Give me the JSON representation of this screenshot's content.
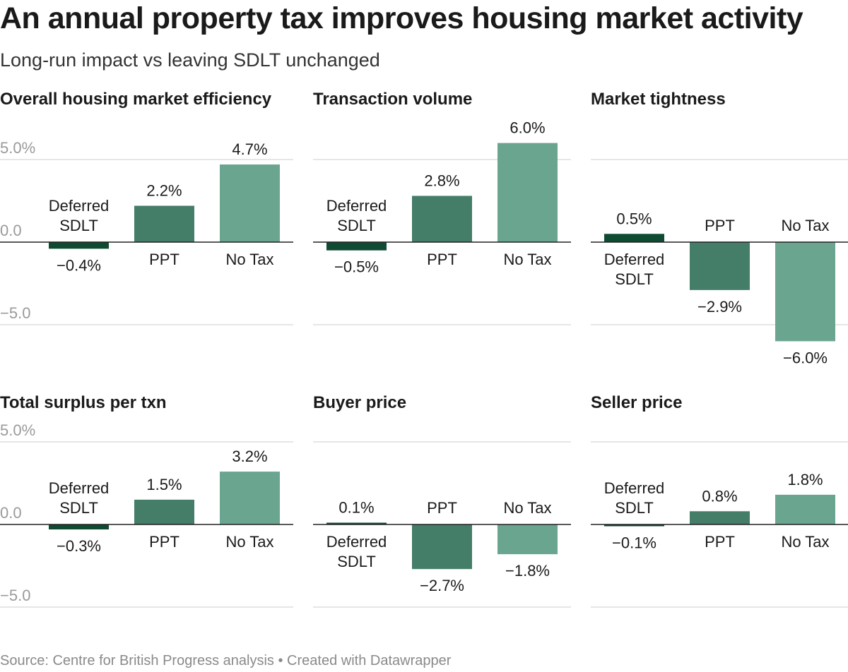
{
  "title": "An annual property tax improves housing market activity",
  "subtitle": "Long-run impact vs leaving SDLT unchanged",
  "footer": "Source: Centre for British Progress analysis • Created with Datawrapper",
  "colors": {
    "Deferred SDLT": "#0f4a32",
    "PPT": "#447d68",
    "No Tax": "#6aa58f",
    "grid": "#dddddd",
    "zero_line": "#222222",
    "tick_label": "#9a9a9a"
  },
  "chart_data": [
    {
      "type": "bar",
      "title": "Overall housing market efficiency",
      "categories": [
        "Deferred\nSDLT",
        "PPT",
        "No Tax"
      ],
      "values": [
        -0.4,
        2.2,
        4.7
      ],
      "value_labels": [
        "−0.4%",
        "2.2%",
        "4.7%"
      ],
      "ylim": [
        -5,
        5
      ],
      "yticks": [
        "5.0%",
        "0.0",
        "−5.0"
      ],
      "show_tick_labels": true,
      "grid": true
    },
    {
      "type": "bar",
      "title": "Transaction volume",
      "categories": [
        "Deferred\nSDLT",
        "PPT",
        "No Tax"
      ],
      "values": [
        -0.5,
        2.8,
        6.0
      ],
      "value_labels": [
        "−0.5%",
        "2.8%",
        "6.0%"
      ],
      "ylim": [
        -5,
        5
      ],
      "show_tick_labels": false,
      "grid": true
    },
    {
      "type": "bar",
      "title": "Market tightness",
      "categories": [
        "Deferred\nSDLT",
        "PPT",
        "No Tax"
      ],
      "values": [
        0.5,
        -2.9,
        -6.0
      ],
      "value_labels": [
        "0.5%",
        "−2.9%",
        "−6.0%"
      ],
      "ylim": [
        -5,
        5
      ],
      "show_tick_labels": false,
      "grid": true
    },
    {
      "type": "bar",
      "title": "Total surplus per txn",
      "categories": [
        "Deferred\nSDLT",
        "PPT",
        "No Tax"
      ],
      "values": [
        -0.3,
        1.5,
        3.2
      ],
      "value_labels": [
        "−0.3%",
        "1.5%",
        "3.2%"
      ],
      "ylim": [
        -5,
        5
      ],
      "yticks": [
        "5.0%",
        "0.0",
        "−5.0"
      ],
      "show_tick_labels": true,
      "grid": true
    },
    {
      "type": "bar",
      "title": "Buyer price",
      "categories": [
        "Deferred\nSDLT",
        "PPT",
        "No Tax"
      ],
      "values": [
        0.1,
        -2.7,
        -1.8
      ],
      "value_labels": [
        "0.1%",
        "−2.7%",
        "−1.8%"
      ],
      "ylim": [
        -5,
        5
      ],
      "show_tick_labels": false,
      "grid": true
    },
    {
      "type": "bar",
      "title": "Seller price",
      "categories": [
        "Deferred\nSDLT",
        "PPT",
        "No Tax"
      ],
      "values": [
        -0.1,
        0.8,
        1.8
      ],
      "value_labels": [
        "−0.1%",
        "0.8%",
        "1.8%"
      ],
      "ylim": [
        -5,
        5
      ],
      "show_tick_labels": false,
      "grid": true
    }
  ]
}
